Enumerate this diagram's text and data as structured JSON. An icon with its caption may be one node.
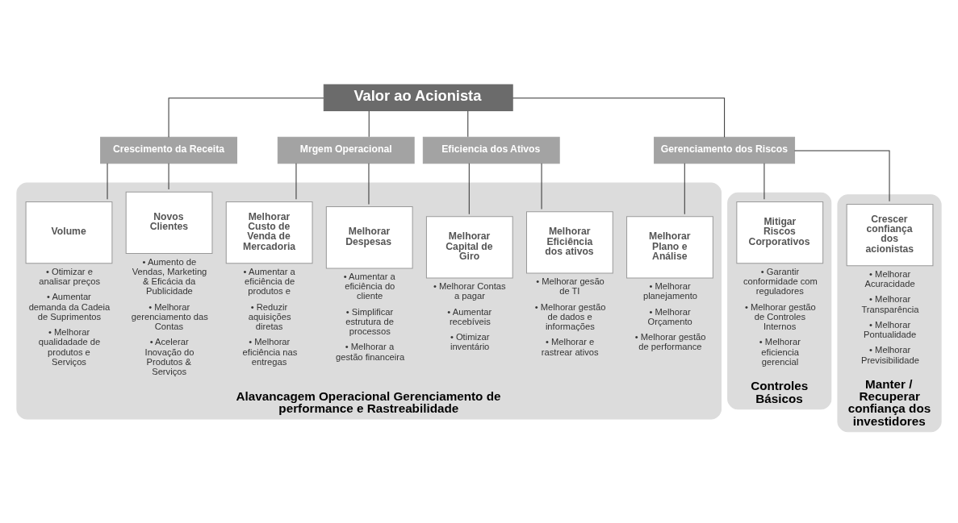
{
  "diagram": {
    "nodes": [
      {
        "text": [
          "Valor ao Acionista"
        ]
      },
      {
        "text": [
          "Crescimento da Receita"
        ]
      },
      {
        "text": [
          "Mrgem Operacional"
        ]
      },
      {
        "text": [
          "Eficiencia dos Ativos"
        ]
      },
      {
        "text": [
          "Gerenciamento dos Riscos"
        ]
      },
      {
        "text": [
          "Alavancagem Operacional Gerenciamento de performance e Rastreabilidade"
        ]
      },
      {
        "text": [
          "Novos Clientes"
        ],
        "in": 5,
        "beside": [
          "• Aumento de Vendas, Marketing & Eficácia da Publicidade",
          "• Melhorar gerenciamento das Contas",
          "• Acelerar Inovação do Produtos & Serviços"
        ]
      },
      {
        "text": [
          "Volume"
        ],
        "in": 5,
        "beside": [
          "• Otimizar e analisar preços",
          "• Aumentar demanda da Cadeia de Suprimentos",
          "• Melhorar qualidadade de produtos e Serviços"
        ]
      },
      {
        "text": [
          "Melhorar Despesas"
        ],
        "in": 5,
        "beside": [
          "• Aumentar a eficiência do cliente",
          "• Simplificar estrutura de processos",
          "• Melhorar a gestão financeira"
        ]
      },
      {
        "text": [
          "Melhorar Custo de Venda de Mercadoria"
        ],
        "in": 5,
        "beside": [
          "• Aumentar a eficiência de produtos e",
          "• Reduzir aquisições diretas",
          "• Melhorar eficiência nas entregas"
        ]
      },
      {
        "text": [
          "Melhorar Eficiência dos ativos"
        ],
        "in": 5,
        "beside": [
          "• Melhorar gesão de TI",
          "• Melhorar gestão de dados e informações",
          "• Melhorar e rastrear ativos"
        ]
      },
      {
        "text": [
          "Melhorar Capital de Giro"
        ],
        "in": 5,
        "beside": [
          "• Melhorar Contas a pagar",
          "• Aumentar recebíveis",
          "• Otimizar inventário"
        ]
      },
      {
        "text": [
          "Melhorar Plano e Análise"
        ],
        "in": 5,
        "beside": [
          "• Melhorar planejamento",
          "• Melhorar Orçamento",
          "• Melhorar gestão de performance"
        ]
      },
      {
        "text": [
          "Controles Básicos"
        ]
      },
      {
        "text": [
          "Mitigar Riscos Corporativos"
        ],
        "in": 13,
        "beside": [
          "• Garantir conformidade com reguladores",
          "• Melhorar gestão de Controles Internos",
          "• Melhorar eficiencia gerencial"
        ]
      },
      {
        "text": [
          "Manter / Recuperar confiança dos investidores"
        ]
      },
      {
        "text": [
          "Crescer confiança dos acionistas"
        ],
        "in": 15,
        "beside": [
          "• Melhorar Acuracidade",
          "• Melhorar Transparência",
          "• Melhorar Pontualidade",
          "• Melhorar Previsibilidade"
        ]
      }
    ],
    "edges": [
      {
        "from": 0,
        "to": 1,
        "arrow": "none"
      },
      {
        "from": 0,
        "to": 2,
        "arrow": "none"
      },
      {
        "from": 0,
        "to": 3,
        "arrow": "none"
      },
      {
        "from": 0,
        "to": 4,
        "arrow": "none"
      },
      {
        "from": 1,
        "to": 6,
        "arrow": "none"
      },
      {
        "from": 1,
        "to": 7,
        "arrow": "none"
      },
      {
        "from": 2,
        "to": 8,
        "arrow": "none"
      },
      {
        "from": 2,
        "to": 9,
        "arrow": "none"
      },
      {
        "from": 3,
        "to": 10,
        "arrow": "none"
      },
      {
        "from": 3,
        "to": 11,
        "arrow": "none"
      },
      {
        "from": 4,
        "to": 12,
        "arrow": "none"
      },
      {
        "from": 4,
        "to": 14,
        "arrow": "none"
      },
      {
        "from": 4,
        "to": 16,
        "arrow": "none"
      }
    ]
  }
}
